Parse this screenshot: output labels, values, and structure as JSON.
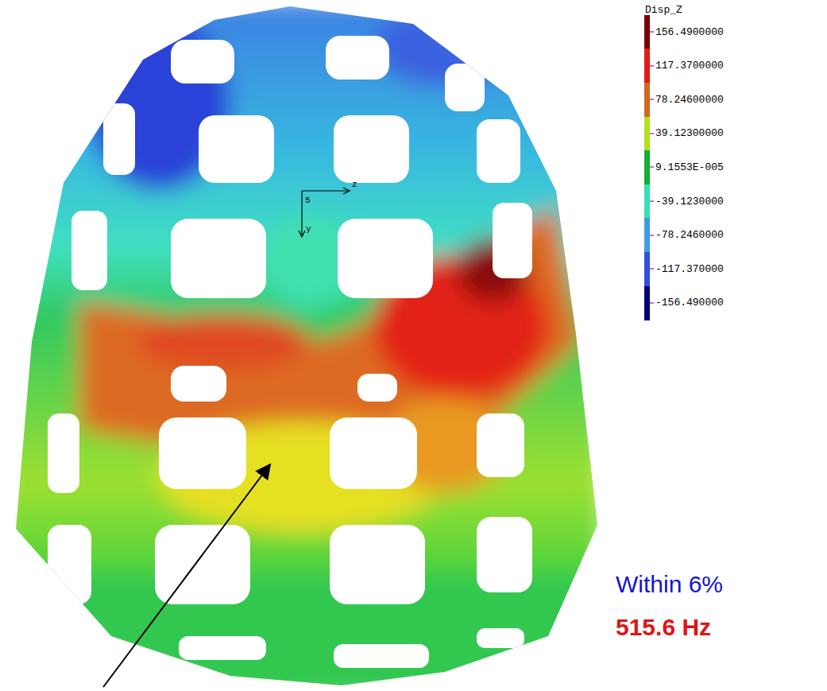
{
  "diagram": {
    "labels": [
      "Disp_Z",
      "z",
      "5",
      "y",
      "Within 6%",
      "515.6 Hz"
    ],
    "legend": [
      {
        "text": "156.4900000",
        "color": "#7a0000"
      },
      {
        "text": "117.3700000",
        "color": "#e41a14"
      },
      {
        "text": "78.24600000",
        "color": "#cf6a1c"
      },
      {
        "text": "39.12300000",
        "color": "#b4e020"
      },
      {
        "text": "9.1553E-005",
        "color": "#12b030"
      },
      {
        "text": "-39.1230000",
        "color": "#34e0b4"
      },
      {
        "text": "-78.2460000",
        "color": "#3c9ee2"
      },
      {
        "text": "-117.370000",
        "color": "#2f4fe0"
      },
      {
        "text": "-156.490000",
        "color": "#000070"
      }
    ]
  }
}
